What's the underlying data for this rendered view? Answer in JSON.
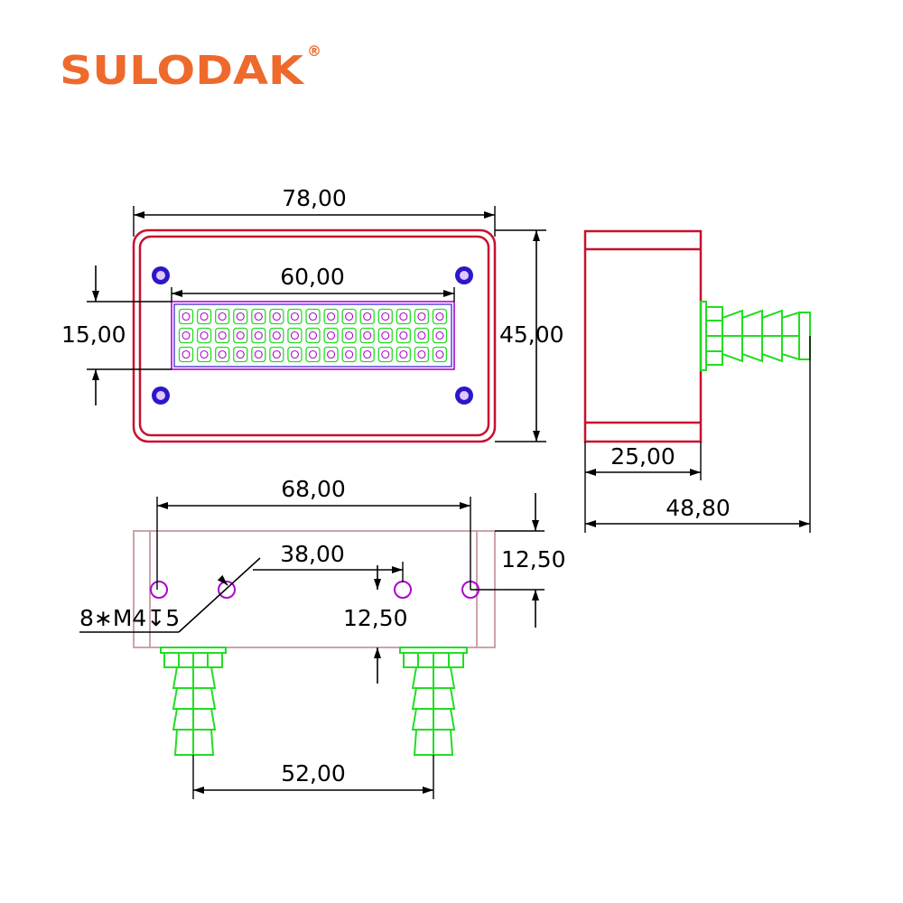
{
  "brand": {
    "name": "SULODAK",
    "mark": "®",
    "color": "#ee6a2c"
  },
  "colors": {
    "body": "#c8102e",
    "body_light": "#c9999f",
    "fitting": "#22dd22",
    "hole": "#b000d0",
    "screw": "#2a18c8",
    "line": "#000000"
  },
  "dimensions": {
    "overall_width": "78,00",
    "led_width": "60,00",
    "led_height": "15,00",
    "overall_height": "45,00",
    "side_depth": "25,00",
    "side_total": "48,80",
    "hole_spacing_outer": "68,00",
    "hole_spacing_inner": "38,00",
    "top_offset": "12,50",
    "inner_offset": "12,50",
    "fitting_spacing": "52,00"
  },
  "callout": {
    "threads": "8∗M4↧5"
  },
  "led_grid": {
    "rows": 3,
    "cols": 15
  }
}
